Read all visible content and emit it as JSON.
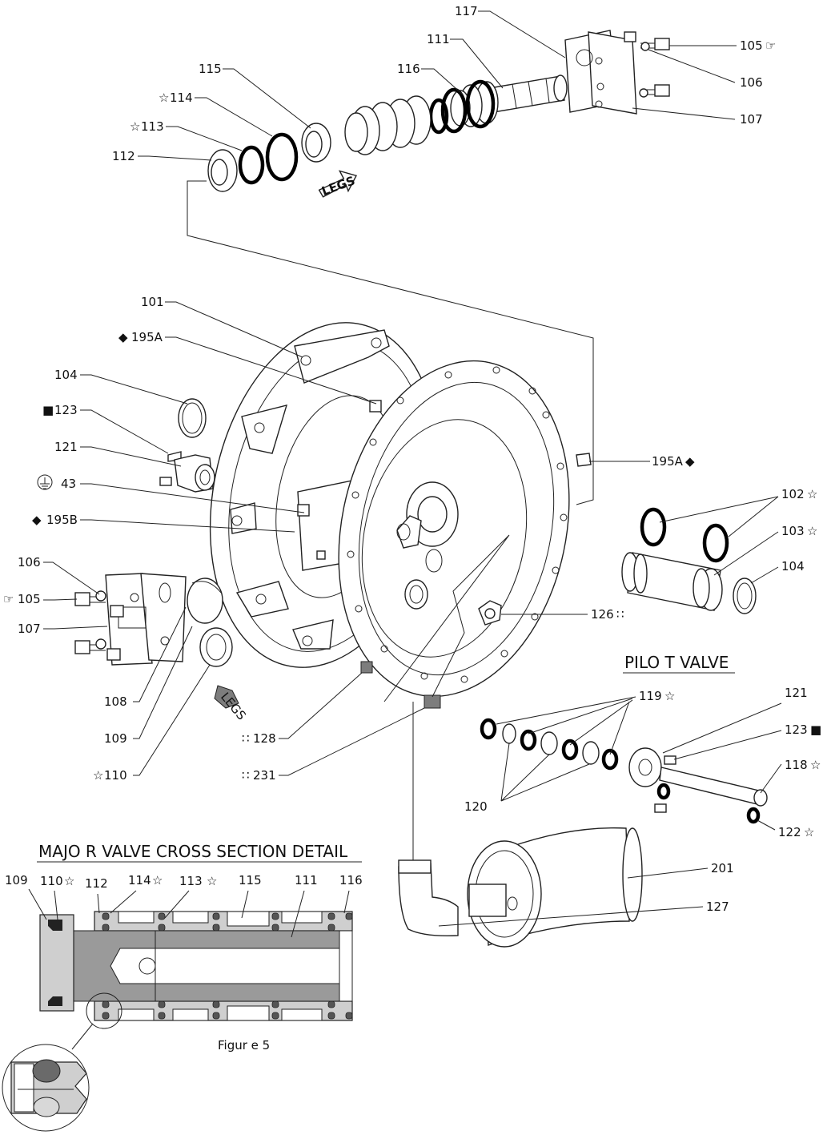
{
  "callouts": {
    "c117": "117",
    "c111": "111",
    "c116": "116",
    "c115": "115",
    "c114": "114",
    "c113": "113",
    "c112": "112",
    "c105": "105",
    "c106": "106",
    "c107": "107",
    "c101": "101",
    "c195a": "195A",
    "c104": "104",
    "c123": "123",
    "c121": "121",
    "c43": "43",
    "c195b": "195B",
    "c195a_r": "195A",
    "c102": "102",
    "c103": "103",
    "c104_r": "104",
    "c106_l": "106",
    "c105_l": "105",
    "c107_l": "107",
    "c126": "126",
    "c108": "108",
    "c109": "109",
    "c110": "110",
    "c128": "128",
    "c231": "231",
    "c119": "119",
    "c121_p": "121",
    "c123_p": "123",
    "c118": "118",
    "c120": "120",
    "c122": "122",
    "c201": "201",
    "c127": "127",
    "x109": "109",
    "x110": "110",
    "x112": "112",
    "x114": "114",
    "x113": "113",
    "x115": "115",
    "x111": "111",
    "x116": "116"
  },
  "legs_label_top": "LEGS",
  "legs_label_left": "LEGS",
  "pilot_valve_title": "PILO T VALVE",
  "cross_section_title": "MAJO R VALVE  CROSS  SECTION  DETAIL",
  "figure_caption": "Figur e 5",
  "symbols": {
    "star": "☆",
    "diamond": "◆",
    "square": "■",
    "hand": "☞",
    "quad": "∷"
  }
}
